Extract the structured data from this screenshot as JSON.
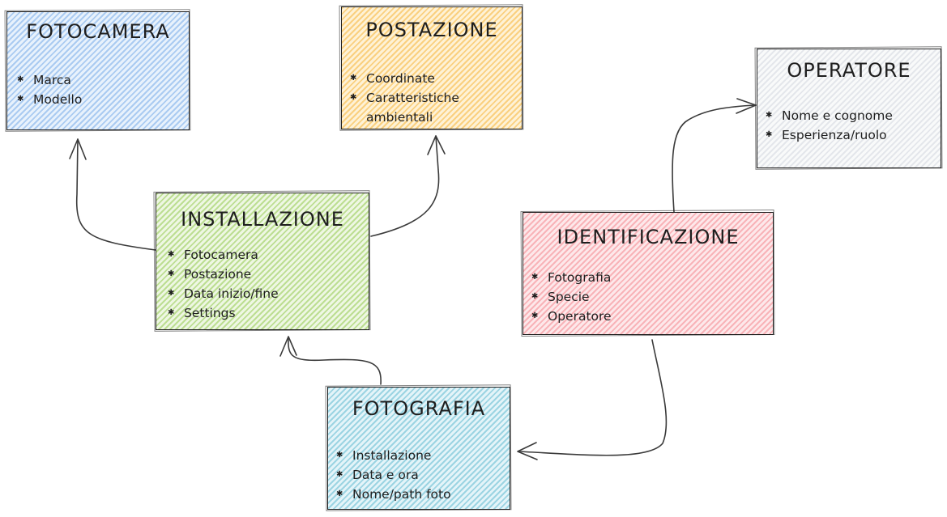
{
  "entities": {
    "fotocamera": {
      "title": "FOTOCAMERA",
      "items": [
        "Marca",
        "Modello"
      ],
      "color": "#a5c8f0"
    },
    "postazione": {
      "title": "POSTAZIONE",
      "items": [
        "Coordinate",
        "Caratteristiche ambientali"
      ],
      "color": "#facd78"
    },
    "operatore": {
      "title": "OPERATORE",
      "items": [
        "Nome e cognome",
        "Esperienza/ruolo"
      ],
      "color": "#e1e4e9"
    },
    "installazione": {
      "title": "INSTALLAZIONE",
      "items": [
        "Fotocamera",
        "Postazione",
        "Data inizio/fine",
        "Settings"
      ],
      "color": "#b9dc8c"
    },
    "identificazione": {
      "title": "IDENTIFICAZIONE",
      "items": [
        "Fotografia",
        "Specie",
        "Operatore"
      ],
      "color": "#f8afb4"
    },
    "fotografia": {
      "title": "FOTOGRAFIA",
      "items": [
        "Installazione",
        "Data e ora",
        "Nome/path foto"
      ],
      "color": "#96d2e1"
    }
  },
  "relations": [
    {
      "from": "installazione",
      "to": "fotocamera"
    },
    {
      "from": "installazione",
      "to": "postazione"
    },
    {
      "from": "fotografia",
      "to": "installazione"
    },
    {
      "from": "identificazione",
      "to": "operatore"
    },
    {
      "from": "identificazione",
      "to": "fotografia"
    }
  ]
}
